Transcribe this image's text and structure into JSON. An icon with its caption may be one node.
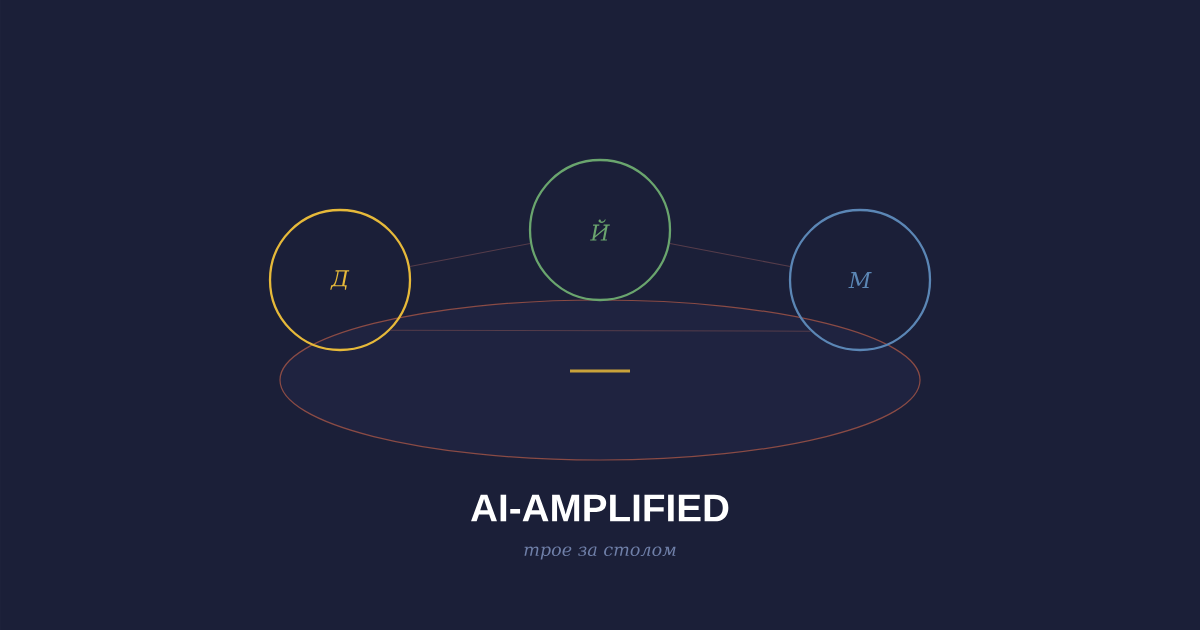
{
  "diagram": {
    "title": "AI-AMPLIFIED",
    "caption": "трое за столом",
    "nodes": [
      {
        "text": [
          "Д"
        ]
      },
      {
        "text": [
          "Й"
        ]
      },
      {
        "text": [
          "М"
        ]
      }
    ],
    "edges": [
      {
        "from": 0,
        "to": 1,
        "arrow": "none"
      },
      {
        "from": 1,
        "to": 2,
        "arrow": "none"
      },
      {
        "from": 0,
        "to": 2,
        "arrow": "none"
      }
    ]
  }
}
